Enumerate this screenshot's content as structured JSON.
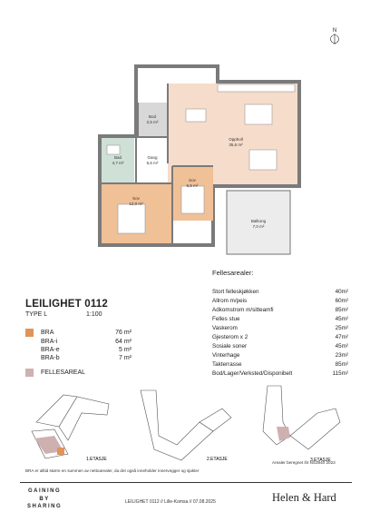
{
  "compass_label": "N",
  "plan": {
    "rooms": [
      {
        "name": "Bad",
        "area": "4,7 m²"
      },
      {
        "name": "Gang",
        "area": "6,6 m²"
      },
      {
        "name": "Bod",
        "area": "2,5 m²"
      },
      {
        "name": "Oppholl",
        "area": "35,6 m²"
      },
      {
        "name": "Sov",
        "area": "12,0 m²"
      },
      {
        "name": "Sov",
        "area": "6,5 m²"
      },
      {
        "name": "Balkong",
        "area": "7,0 m²"
      }
    ]
  },
  "unit": {
    "title": "LEILIGHET 0112",
    "type": "TYPE L",
    "scale": "1:100"
  },
  "legend": [
    {
      "label": "BRA",
      "value": "76 m²",
      "color": "#e0945a"
    },
    {
      "label": "BRA-i",
      "value": "64 m²"
    },
    {
      "label": "BRA-e",
      "value": "5 m²"
    },
    {
      "label": "BRA-b",
      "value": "7 m²"
    }
  ],
  "fellesareal_label": "FELLESAREAL",
  "fellesareal_color": "#cfb0b0",
  "felles": {
    "heading": "Fellesarealer:",
    "rows": [
      {
        "label": "Stort felleskjøkken",
        "value": "40m²"
      },
      {
        "label": "Allrom m/peis",
        "value": "60m²"
      },
      {
        "label": "Adkomstrom m/sitteamfi",
        "value": "85m²"
      },
      {
        "label": "Felles stue",
        "value": "45m²"
      },
      {
        "label": "Vaskerom",
        "value": "25m²"
      },
      {
        "label": "Gjesterom x 2",
        "value": "47m²"
      },
      {
        "label": "Sosiale soner",
        "value": "45m²"
      },
      {
        "label": "Vinterhage",
        "value": "23m²"
      },
      {
        "label": "Takterrasse",
        "value": "85m²"
      },
      {
        "label": "Bod/Lager/Verksted/Disponibelt",
        "value": "115m²"
      }
    ]
  },
  "key_plans": [
    {
      "label": "1.ETASJE"
    },
    {
      "label": "2.ETASJE"
    },
    {
      "label": "3.ETASJE"
    }
  ],
  "notes": {
    "bra_note": "BRA er alltid større en summen av nettoarealer, da det også inneholder innervegger og sjakter",
    "areal_note": "Arealer beregnet iht NS3940 2023"
  },
  "footer": {
    "logo_line1": "GAINING",
    "logo_line2": "BY",
    "logo_line3": "SHARING",
    "info": "LEILIGHET 0112 // Lille-Komsa // 07.08.2025",
    "brand": "Helen & Hard"
  },
  "colors": {
    "living": "#f6dccb",
    "bedroom": "#f0c097",
    "bath": "#cfe0d6",
    "storage": "#d8d8d8",
    "walls": "#7a7a7a"
  }
}
